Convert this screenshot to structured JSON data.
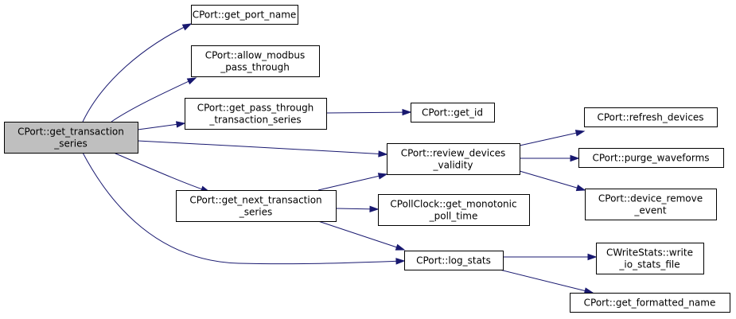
{
  "colors": {
    "edge": "#191970",
    "node_fill": "#ffffff",
    "focus_fill": "#bfbfbf",
    "border": "#000000"
  },
  "nodes": [
    {
      "id": "get_transaction_series",
      "lines": [
        "CPort::get_transaction",
        "_series"
      ],
      "focus": true
    },
    {
      "id": "get_port_name",
      "lines": [
        "CPort::get_port_name"
      ]
    },
    {
      "id": "allow_modbus_pass_through",
      "lines": [
        "CPort::allow_modbus",
        "_pass_through"
      ]
    },
    {
      "id": "get_pass_through_transaction_series",
      "lines": [
        "CPort::get_pass_through",
        "_transaction_series"
      ]
    },
    {
      "id": "get_id",
      "lines": [
        "CPort::get_id"
      ]
    },
    {
      "id": "review_devices_validity",
      "lines": [
        "CPort::review_devices",
        "_validity"
      ]
    },
    {
      "id": "refresh_devices",
      "lines": [
        "CPort::refresh_devices"
      ]
    },
    {
      "id": "purge_waveforms",
      "lines": [
        "CPort::purge_waveforms"
      ]
    },
    {
      "id": "device_remove_event",
      "lines": [
        "CPort::device_remove",
        "_event"
      ]
    },
    {
      "id": "get_next_transaction_series",
      "lines": [
        "CPort::get_next_transaction",
        "_series"
      ]
    },
    {
      "id": "get_monotonic_poll_time",
      "lines": [
        "CPollClock::get_monotonic",
        "_poll_time"
      ]
    },
    {
      "id": "log_stats",
      "lines": [
        "CPort::log_stats"
      ]
    },
    {
      "id": "write_io_stats_file",
      "lines": [
        "CWriteStats::write",
        "_io_stats_file"
      ]
    },
    {
      "id": "get_formatted_name",
      "lines": [
        "CPort::get_formatted_name"
      ]
    }
  ],
  "edges": [
    {
      "from": "get_transaction_series",
      "to": "get_port_name"
    },
    {
      "from": "get_transaction_series",
      "to": "allow_modbus_pass_through"
    },
    {
      "from": "get_transaction_series",
      "to": "get_pass_through_transaction_series"
    },
    {
      "from": "get_transaction_series",
      "to": "review_devices_validity"
    },
    {
      "from": "get_transaction_series",
      "to": "get_next_transaction_series"
    },
    {
      "from": "get_transaction_series",
      "to": "log_stats"
    },
    {
      "from": "get_pass_through_transaction_series",
      "to": "get_id"
    },
    {
      "from": "review_devices_validity",
      "to": "refresh_devices"
    },
    {
      "from": "review_devices_validity",
      "to": "purge_waveforms"
    },
    {
      "from": "review_devices_validity",
      "to": "device_remove_event"
    },
    {
      "from": "get_next_transaction_series",
      "to": "review_devices_validity"
    },
    {
      "from": "get_next_transaction_series",
      "to": "get_monotonic_poll_time"
    },
    {
      "from": "get_next_transaction_series",
      "to": "log_stats"
    },
    {
      "from": "log_stats",
      "to": "write_io_stats_file"
    },
    {
      "from": "log_stats",
      "to": "get_formatted_name"
    }
  ]
}
